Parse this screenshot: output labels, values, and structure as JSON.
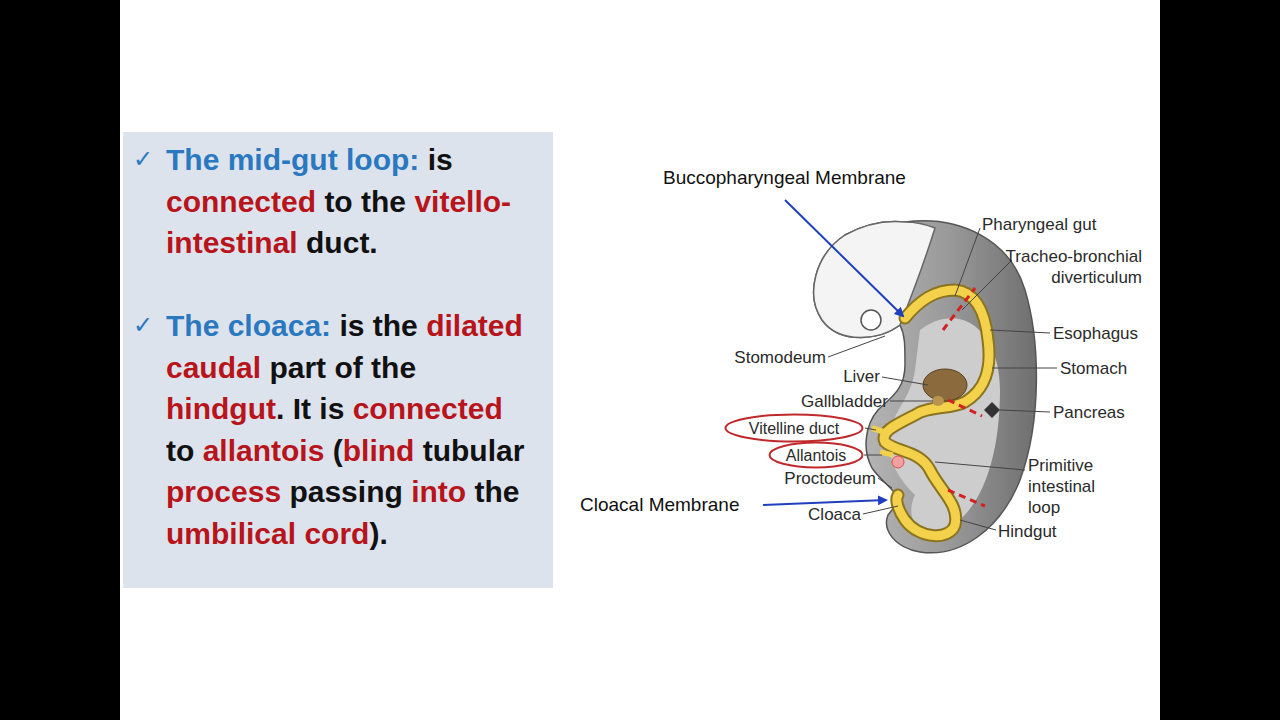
{
  "diagram": {
    "nodes": [
      {
        "text": [
          "✓",
          "The mid-gut loop: is connected to the vitello-intestinal duct.",
          "✓",
          "The cloaca: is the dilated caudal part of the hindgut. It is connected to allantois (blind tubular process passing into the umbilical cord)."
        ]
      },
      {
        "text": [
          "Vitelline duct"
        ]
      },
      {
        "text": [
          "Allantois"
        ]
      }
    ],
    "labels": [
      "Buccopharyngeal Membrane",
      "Pharyngeal gut",
      "Tracheo-bronchial diverticulum",
      "Esophagus",
      "Stomodeum",
      "Stomach",
      "Liver",
      "Gallbladder",
      "Pancreas",
      "Primitive intestinal loop",
      "Proctodeum",
      "Cloacal Membrane",
      "Cloaca",
      "Hindgut"
    ]
  }
}
